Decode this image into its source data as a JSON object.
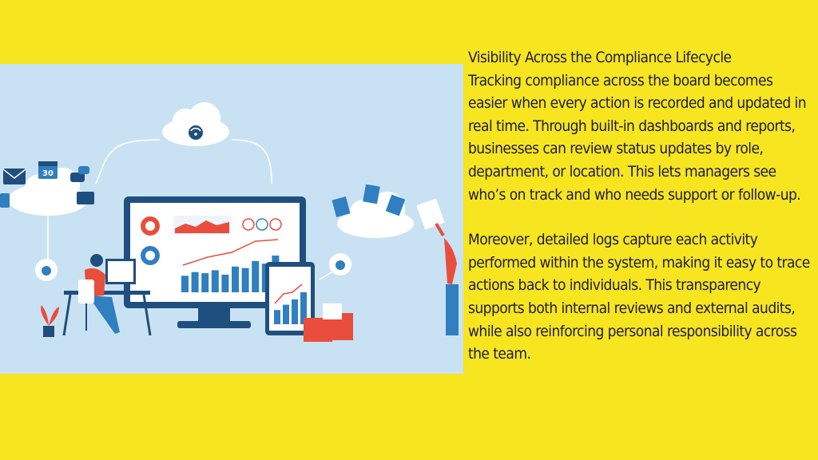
{
  "heading": "Visibility Across the Compliance Lifecycle",
  "paragraph1": "Tracking compliance across the board becomes easier when every action is recorded and updated in real time. Through built-in dashboards and reports, businesses can review status updates by role, department, or location. This lets managers see who’s on track and who needs support or follow-up.",
  "paragraph2": "Moreover, detailed logs capture each activity performed within the system, making it easy to trace actions back to individuals. This transparency supports both internal reviews and external audits, while also reinforcing personal responsibility across the team.",
  "illustration": {
    "calendar_day": "30",
    "chart_bar_values": [
      45,
      55,
      52,
      60,
      48,
      70,
      66,
      85,
      78,
      100
    ],
    "tablet_bar_values": [
      40,
      55,
      70,
      90
    ],
    "colors": {
      "background": "#f7e51f",
      "illustration_bg": "#c9e2f3",
      "navy": "#1f4f7f",
      "blue": "#2f7fc1",
      "orange": "#e94e3c",
      "white": "#ffffff"
    }
  }
}
